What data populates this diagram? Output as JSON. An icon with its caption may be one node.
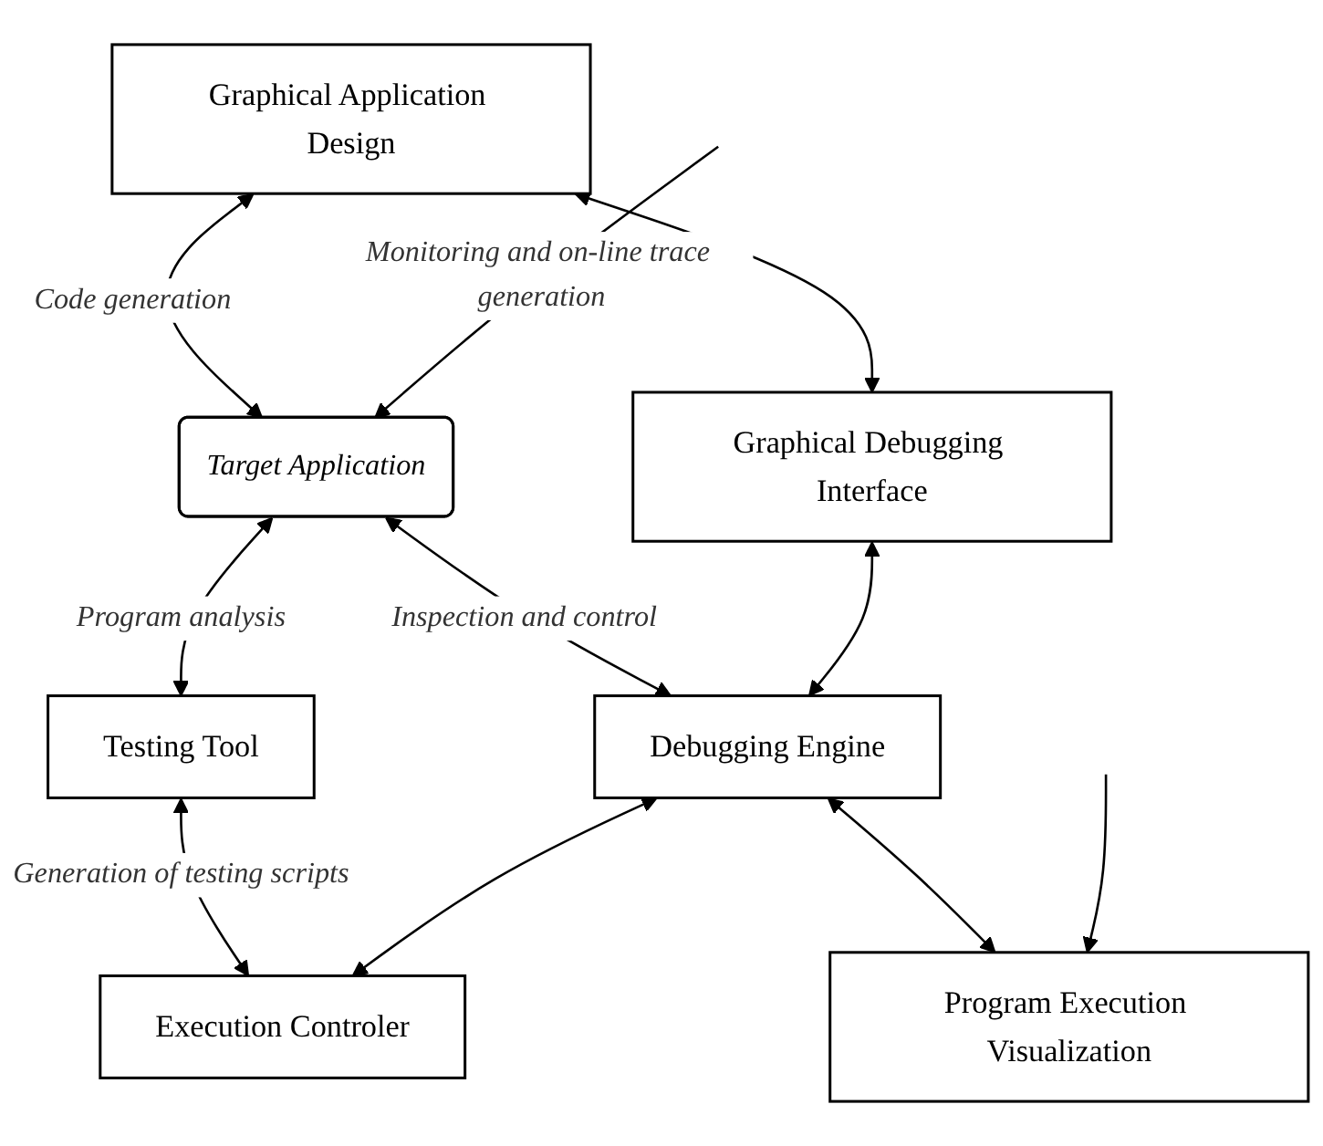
{
  "diagram": {
    "nodes": [
      {
        "text": [
          "Graphical Application Design"
        ]
      },
      {
        "text": [
          "Target Application"
        ]
      },
      {
        "text": [
          "Testing Tool"
        ]
      },
      {
        "text": [
          "Graphical Debugging Interface"
        ]
      },
      {
        "text": [
          "Debugging Engine"
        ]
      },
      {
        "text": [
          "Execution Controler"
        ]
      },
      {
        "text": [
          "Program Execution Visualization"
        ]
      }
    ],
    "edges": [
      {
        "from": 0,
        "to": 1,
        "arrow": "both",
        "label": "Code generation"
      },
      {
        "from": 1,
        "to": 2,
        "arrow": "both",
        "label": "Program analysis"
      },
      {
        "from": 0,
        "to": 3,
        "arrow": "both"
      },
      {
        "from": 1,
        "to": 4,
        "arrow": "both",
        "label": "Inspection and control"
      },
      {
        "from": 2,
        "to": 5,
        "arrow": "both",
        "label": "Generation of testing scripts"
      },
      {
        "from": 3,
        "to": 4,
        "arrow": "both"
      },
      {
        "from": 4,
        "to": 5,
        "arrow": "both"
      },
      {
        "from": 4,
        "to": 6,
        "arrow": "both"
      },
      {
        "from": null,
        "to": 1,
        "arrow": "to",
        "label": "Monitoring and on-line trace generation"
      },
      {
        "from": null,
        "to": 6,
        "arrow": "to"
      }
    ]
  }
}
